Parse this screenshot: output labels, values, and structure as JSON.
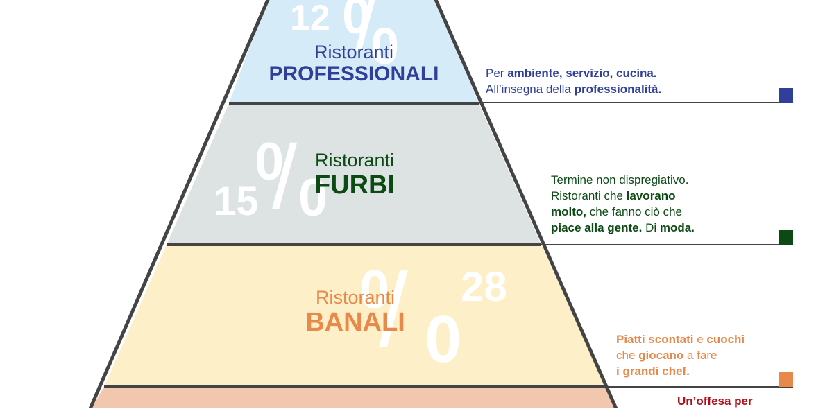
{
  "colors": {
    "outline": "#444444",
    "tier1_fill": "#d6ebf8",
    "tier2_fill": "#dde3e3",
    "tier3_fill": "#fdf0c9",
    "tier4_fill": "#f1c7ae",
    "tier1_text": "#2f3f9a",
    "tier2_text": "#0c4a14",
    "tier3_text": "#e8894a",
    "tier4_text": "#b0101e"
  },
  "tiers": [
    {
      "sub": "Ristoranti",
      "main": "PROFESSIONALI",
      "percent_number": "12",
      "percent_sign_parts": [
        "0",
        "/",
        "0"
      ],
      "description_parts": [
        {
          "t": "Per ",
          "b": false
        },
        {
          "t": "ambiente, servizio, cucina.",
          "b": true
        },
        {
          "t": "All’insegna della ",
          "b": false
        },
        {
          "t": "professionalità.",
          "b": true
        }
      ]
    },
    {
      "sub": "Ristoranti",
      "main": "FURBI",
      "percent_number": "15",
      "percent_sign_parts": [
        "0",
        "/",
        "0"
      ],
      "description_parts": [
        {
          "t": "Termine non dispregiativo.",
          "b": false
        },
        {
          "t": "Ristoranti che ",
          "b": false
        },
        {
          "t": "lavorano",
          "b": true
        },
        {
          "t": "molto,",
          "b": true
        },
        {
          "t": " che fanno ciò che",
          "b": false
        },
        {
          "t": "piace alla gente.",
          "b": true
        },
        {
          "t": " Di ",
          "b": false
        },
        {
          "t": "moda.",
          "b": true
        }
      ]
    },
    {
      "sub": "Ristoranti",
      "main": "BANALI",
      "percent_number": "28",
      "percent_sign_parts": [
        "0",
        "/",
        "0"
      ],
      "description_parts": [
        {
          "t": "Piatti scontati",
          "b": true
        },
        {
          "t": " e ",
          "b": false
        },
        {
          "t": "cuochi",
          "b": true
        },
        {
          "t": "che ",
          "b": false
        },
        {
          "t": "giocano",
          "b": true
        },
        {
          "t": " a fare",
          "b": false
        },
        {
          "t": "i grandi chef.",
          "b": true
        }
      ]
    },
    {
      "description_parts": [
        {
          "t": "Un’offesa per",
          "b": true
        }
      ]
    }
  ]
}
